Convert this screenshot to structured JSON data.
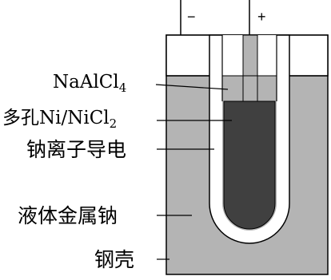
{
  "terminals": {
    "negative": "−",
    "positive": "+"
  },
  "labels": {
    "naalcl4_main": "NaAlCl",
    "naalcl4_sub": "4",
    "ni_main": "多孔Ni/NiCl",
    "ni_sub": "2",
    "conductor": "钠离子导电",
    "sodium": "液体金属钠",
    "shell": "钢壳"
  },
  "colors": {
    "steel_shell": "#b4b4b4",
    "sodium_liquid": "#b4b4b4",
    "electrolyte": "#b4b4b4",
    "ni_electrode": "#404040",
    "conductor_tube": "#ffffff",
    "outline": "#000000"
  }
}
